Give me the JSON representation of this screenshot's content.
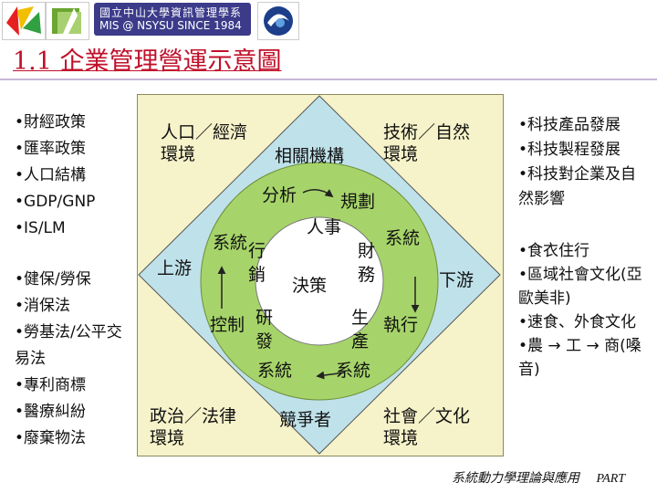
{
  "header": {
    "banner_line1": "國立中山大學資訊管理學系",
    "banner_line2": "MIS @ NSYSU SINCE 1984"
  },
  "slide_title": "1.1 企業管理營運示意圖",
  "left_list_top": [
    "•財經政策",
    "•匯率政策",
    "•人口結構",
    "•GDP/GNP",
    "•IS/LM"
  ],
  "left_list_bottom": [
    "•健保/勞保",
    "•消保法",
    "•勞基法/公平交易法",
    "•專利商標",
    "•醫療糾紛",
    "•廢棄物法"
  ],
  "right_list_top": [
    "•科技產品發展",
    "•科技製程發展",
    "•科技對企業及自然影響"
  ],
  "right_list_bottom": [
    "•食衣住行",
    "•區域社會文化(亞歐美非)",
    "•速食、外食文化",
    "•農 → 工 → 商(嗓音)"
  ],
  "diagram": {
    "corner_tl": "人口／經濟環境",
    "corner_tr": "技術／自然環境",
    "corner_bl": "政治／法律環境",
    "corner_br": "社會／文化環境",
    "related": "相關機構",
    "competitors": "競爭者",
    "upstream": "上游",
    "downstream": "下游",
    "analysis": "分析",
    "planning": "規劃",
    "control": "控制",
    "execute": "執行",
    "system_tl": "系統",
    "system_tr": "系統",
    "system_b1": "系統",
    "system_b2": "系統",
    "inner_top": "人事",
    "inner_right": "財務",
    "inner_left": "行銷",
    "inner_bottom_left": "研發",
    "inner_bottom_right": "生產",
    "center": "決策",
    "colors": {
      "frame": "#f6f2c9",
      "diamond": "#bfe1ea",
      "ring": "#a6d46a",
      "center": "#ffffff",
      "title": "#c0102a"
    }
  },
  "footer": {
    "text": "系統動力學理論與應用",
    "part": "PART"
  }
}
